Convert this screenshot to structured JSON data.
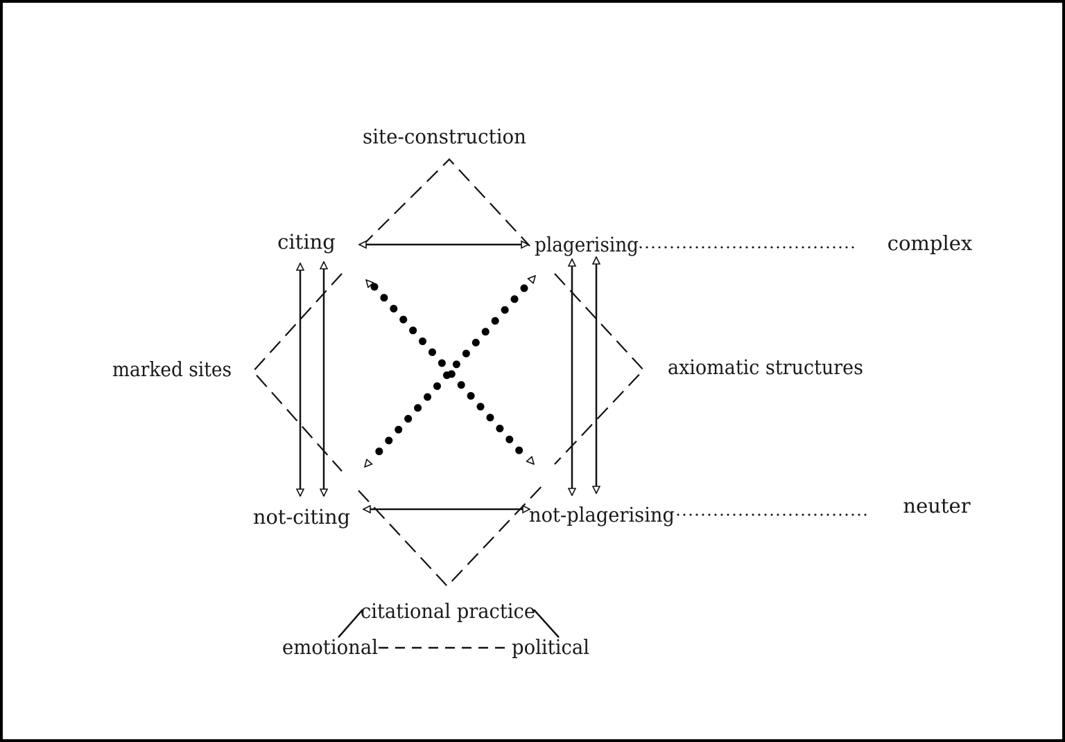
{
  "labels": {
    "site_construction": "site-construction",
    "citing": "citing",
    "plagerising": "plagerising",
    "complex": "complex",
    "marked_sites": "marked sites",
    "axiomatic_structures": "axiomatic structures",
    "not_citing": "not-citing",
    "not_plagerising": "not-plagerising",
    "neuter": "neuter",
    "citational_practice": "citational practice",
    "emotional": "emotional",
    "political": "political"
  }
}
